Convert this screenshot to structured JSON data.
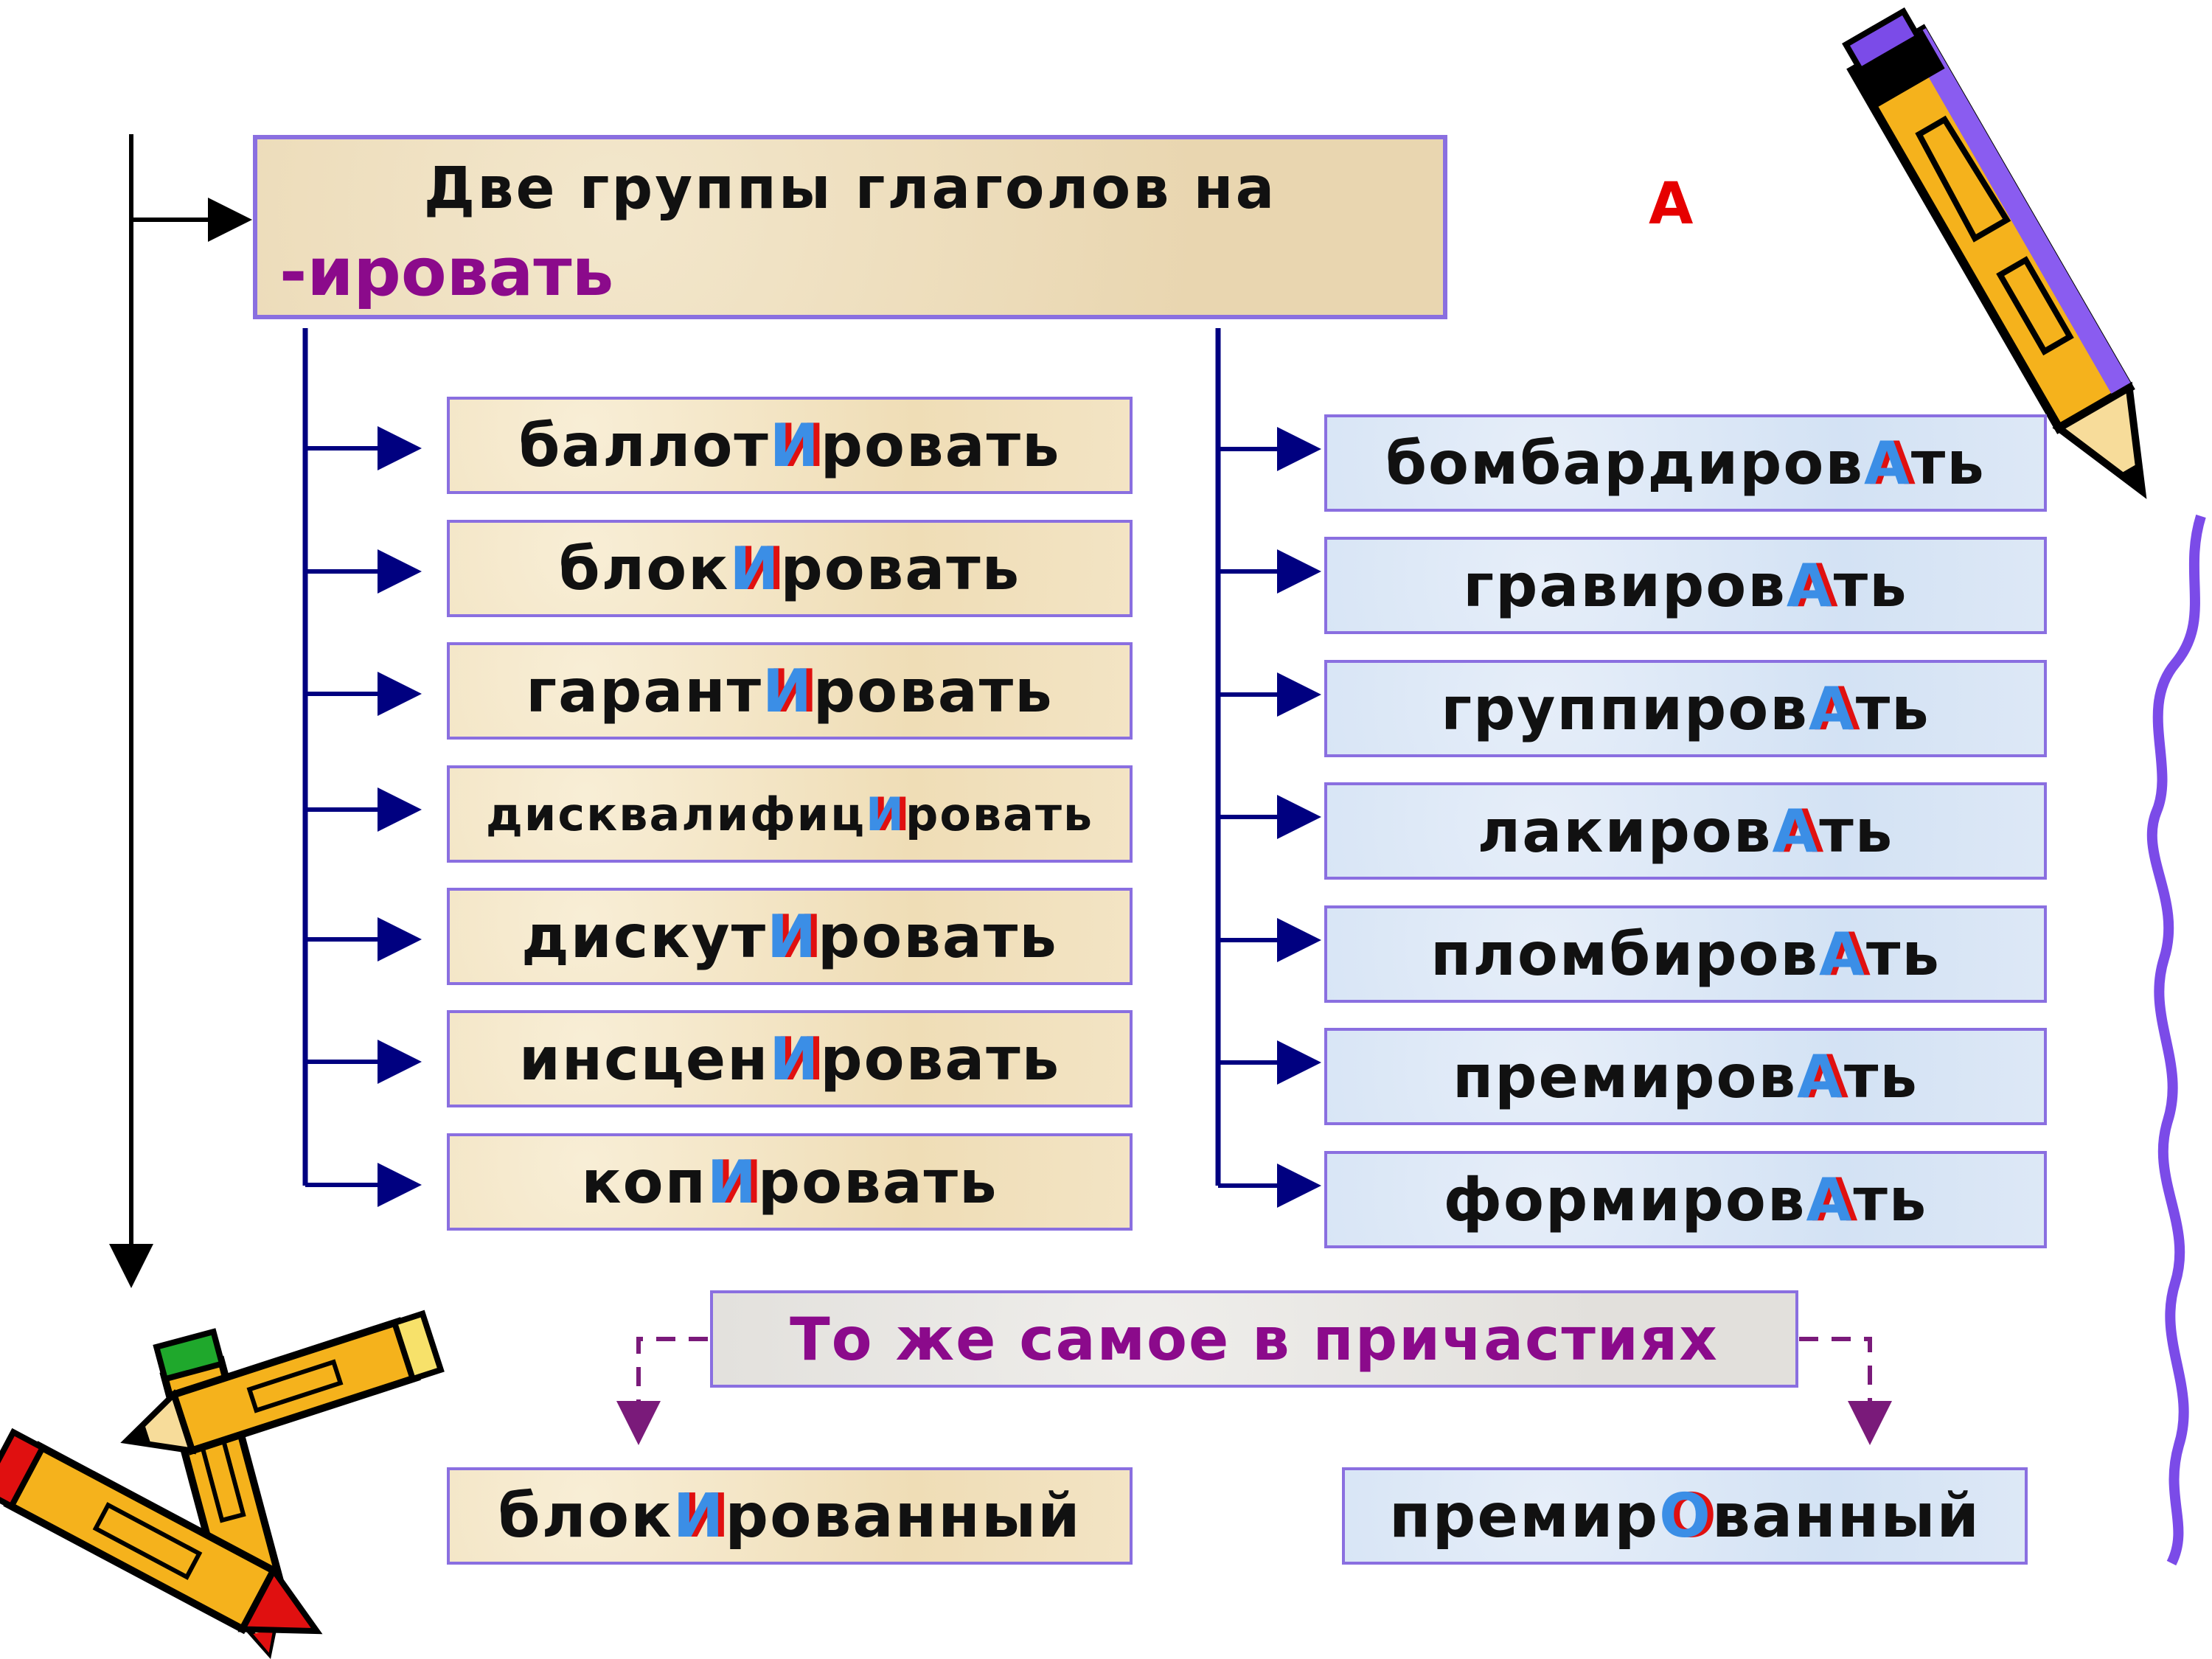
{
  "title": {
    "line1": "Две группы глаголов на",
    "line2": "-ировать"
  },
  "corner_letter": "А",
  "left_group": [
    {
      "before": "баллот",
      "stressed": "И",
      "after": "ровать"
    },
    {
      "before": "блок",
      "stressed": "И",
      "after": "ровать"
    },
    {
      "before": "гарант",
      "stressed": "И",
      "after": "ровать"
    },
    {
      "before": "дисквалифиц",
      "stressed": "И",
      "after": "ровать"
    },
    {
      "before": "дискут",
      "stressed": "И",
      "after": "ровать"
    },
    {
      "before": "инсцен",
      "stressed": "И",
      "after": "ровать"
    },
    {
      "before": "коп",
      "stressed": "И",
      "after": "ровать"
    }
  ],
  "right_group": [
    {
      "before": "бомбардиров",
      "stressed": "А",
      "after": "ть"
    },
    {
      "before": "гравиров",
      "stressed": "А",
      "after": "ть"
    },
    {
      "before": "группиров",
      "stressed": "А",
      "after": "ть"
    },
    {
      "before": "лакиров",
      "stressed": "А",
      "after": "ть"
    },
    {
      "before": "пломбиров",
      "stressed": "А",
      "after": "ть"
    },
    {
      "before": "премиров",
      "stressed": "А",
      "after": "ть"
    },
    {
      "before": "формиров",
      "stressed": "А",
      "after": "ть"
    }
  ],
  "participles_banner": "То же самое в причастиях",
  "participles": [
    {
      "before": "блок",
      "stressed": "И",
      "after": "рованный"
    },
    {
      "before": "премир",
      "stressed": "О",
      "after": "ванный"
    }
  ],
  "colors": {
    "box_border": "#8a6fe0",
    "connector": "#000080",
    "stress_red": "#e01010",
    "stress_blue": "#3b8ee6",
    "title_suffix": "#8b0a8b"
  },
  "icons": [
    "pencil-icon",
    "crossed-pencils-icon",
    "wavy-line-icon"
  ]
}
